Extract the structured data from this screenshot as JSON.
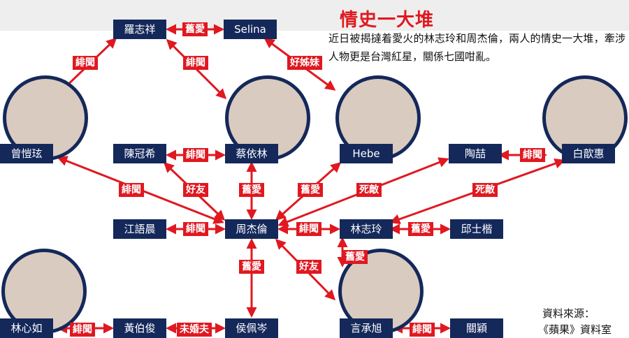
{
  "header": {
    "title": "情史一大堆",
    "intro": "近日被揭撻着愛火的林志玲和周杰倫，兩人的情史一大堆，牽涉人物更是台灣紅星，關係七國咁亂。"
  },
  "source": {
    "line1": "資料來源：",
    "line2": "《蘋果》資料室"
  },
  "people": {
    "luozhixiang": "羅志祥",
    "selina": "Selina",
    "zengkaixuan": "曾愷玹",
    "chenguanxi": "陳冠希",
    "caiyilin": "蔡依林",
    "hebe": "Hebe",
    "taozhe": "陶喆",
    "baixinhui": "白歆惠",
    "jiangyuchen": "江語晨",
    "zhoujielun": "周杰倫",
    "linzhiling": "林志玲",
    "qiushikai": "邱士楷",
    "linxinru": "林心如",
    "huangbojun": "黃伯俊",
    "houpeicen": "侯佩岑",
    "yanchengxu": "言承旭",
    "guanying": "關穎"
  },
  "relations": {
    "luo_selina": "舊愛",
    "luo_zeng": "緋聞",
    "luo_cai": "緋聞",
    "selina_hebe": "好姊妹",
    "chen_cai": "緋聞",
    "tao_bai": "緋聞",
    "zeng_zhou": "緋聞",
    "chen_zhou": "好友",
    "cai_zhou": "舊愛",
    "hebe_zhou": "舊愛",
    "tao_lin": "死敵",
    "bai_lin": "死敵",
    "jiang_zhou": "緋聞",
    "zhou_lin": "緋聞",
    "lin_qiu": "舊愛",
    "lin_yan": "舊愛",
    "zhou_hou": "舊愛",
    "zhou_yan": "好友",
    "linxinru_huang": "緋聞",
    "huang_hou": "未婚夫",
    "yan_guan": "緋聞"
  },
  "colors": {
    "node": "#14285a",
    "relation": "#e01820",
    "title": "#e01820",
    "topbar": "#eeeeee"
  },
  "icons": {
    "arrow": "double-headed-red-arrow"
  }
}
